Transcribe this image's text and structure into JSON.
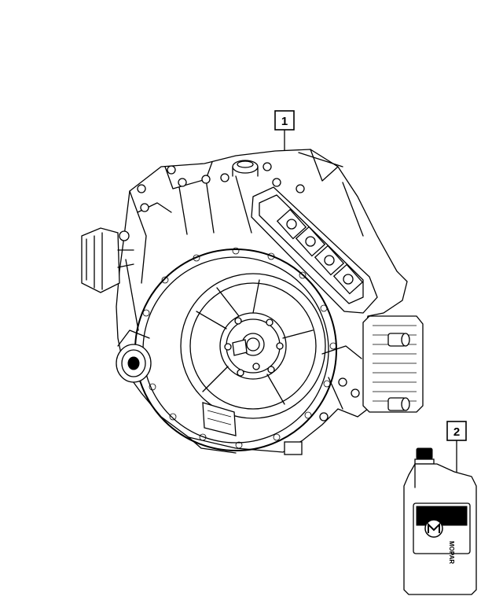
{
  "callouts": [
    {
      "number": "1"
    },
    {
      "number": "2"
    }
  ],
  "bottle": {
    "brand_text": "MOPAR"
  },
  "icons": {
    "transmission": "transmission-assembly-illustration",
    "oil_bottle": "fluid-bottle-illustration",
    "brand_logo": "mopar-logo-icon"
  },
  "colors": {
    "line": "#000000",
    "background": "#ffffff"
  }
}
